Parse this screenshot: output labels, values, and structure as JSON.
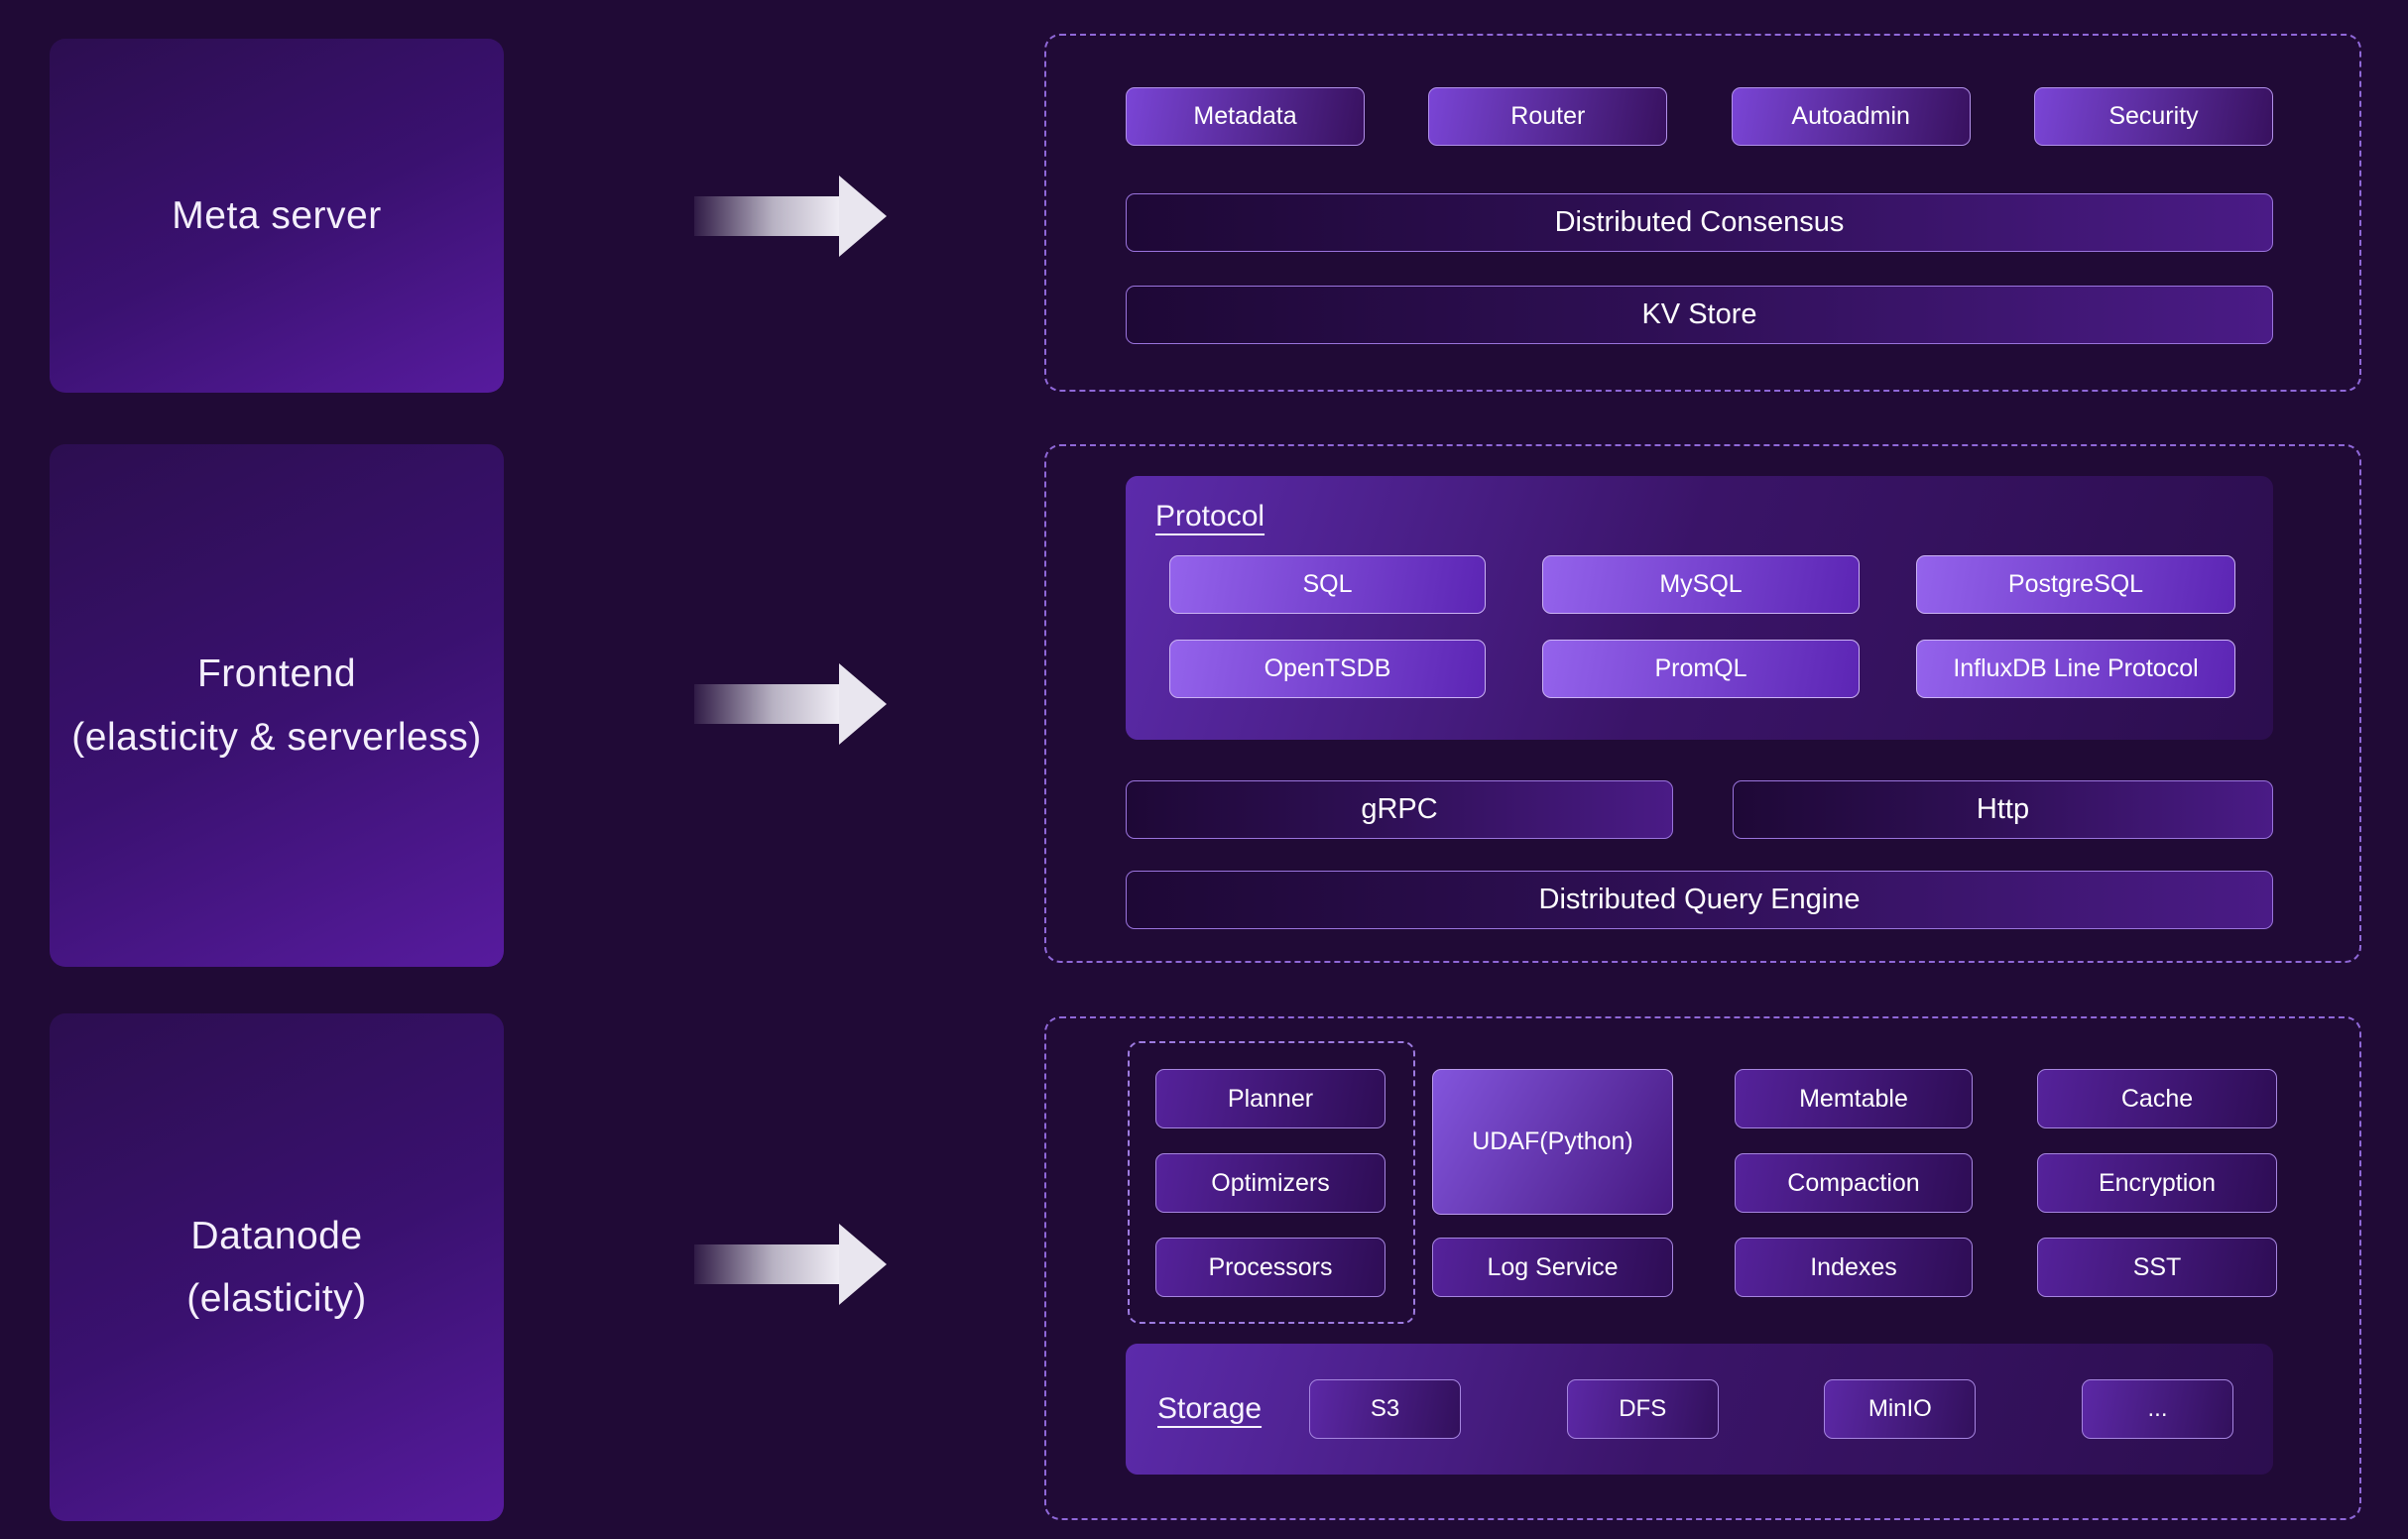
{
  "colors": {
    "background": "#200a36",
    "dashed_border": "#8f68d8",
    "chip_border": "#b190ea",
    "arrow": "#e9e6ef"
  },
  "left_nodes": {
    "meta": {
      "line1": "Meta server"
    },
    "frontend": {
      "line1": "Frontend",
      "line2": "(elasticity & serverless)"
    },
    "datanode": {
      "line1": "Datanode",
      "line2": "(elasticity)"
    }
  },
  "meta_section": {
    "chips": [
      "Metadata",
      "Router",
      "Autoadmin",
      "Security"
    ],
    "bars": [
      "Distributed Consensus",
      "KV Store"
    ]
  },
  "frontend_section": {
    "protocol_title": "Protocol",
    "protocol_chips": [
      "SQL",
      "MySQL",
      "PostgreSQL",
      "OpenTSDB",
      "PromQL",
      "InfluxDB Line Protocol"
    ],
    "grpc": "gRPC",
    "http": "Http",
    "query_engine": "Distributed Query Engine"
  },
  "datanode_section": {
    "planner_group": [
      "Planner",
      "Optimizers",
      "Processors"
    ],
    "udaf": "UDAF(Python)",
    "log_service": "Log Service",
    "memtable_group": [
      "Memtable",
      "Compaction",
      "Indexes"
    ],
    "cache_group": [
      "Cache",
      "Encryption",
      "SST"
    ],
    "storage_title": "Storage",
    "storage_chips": [
      "S3",
      "DFS",
      "MinIO",
      "..."
    ]
  }
}
